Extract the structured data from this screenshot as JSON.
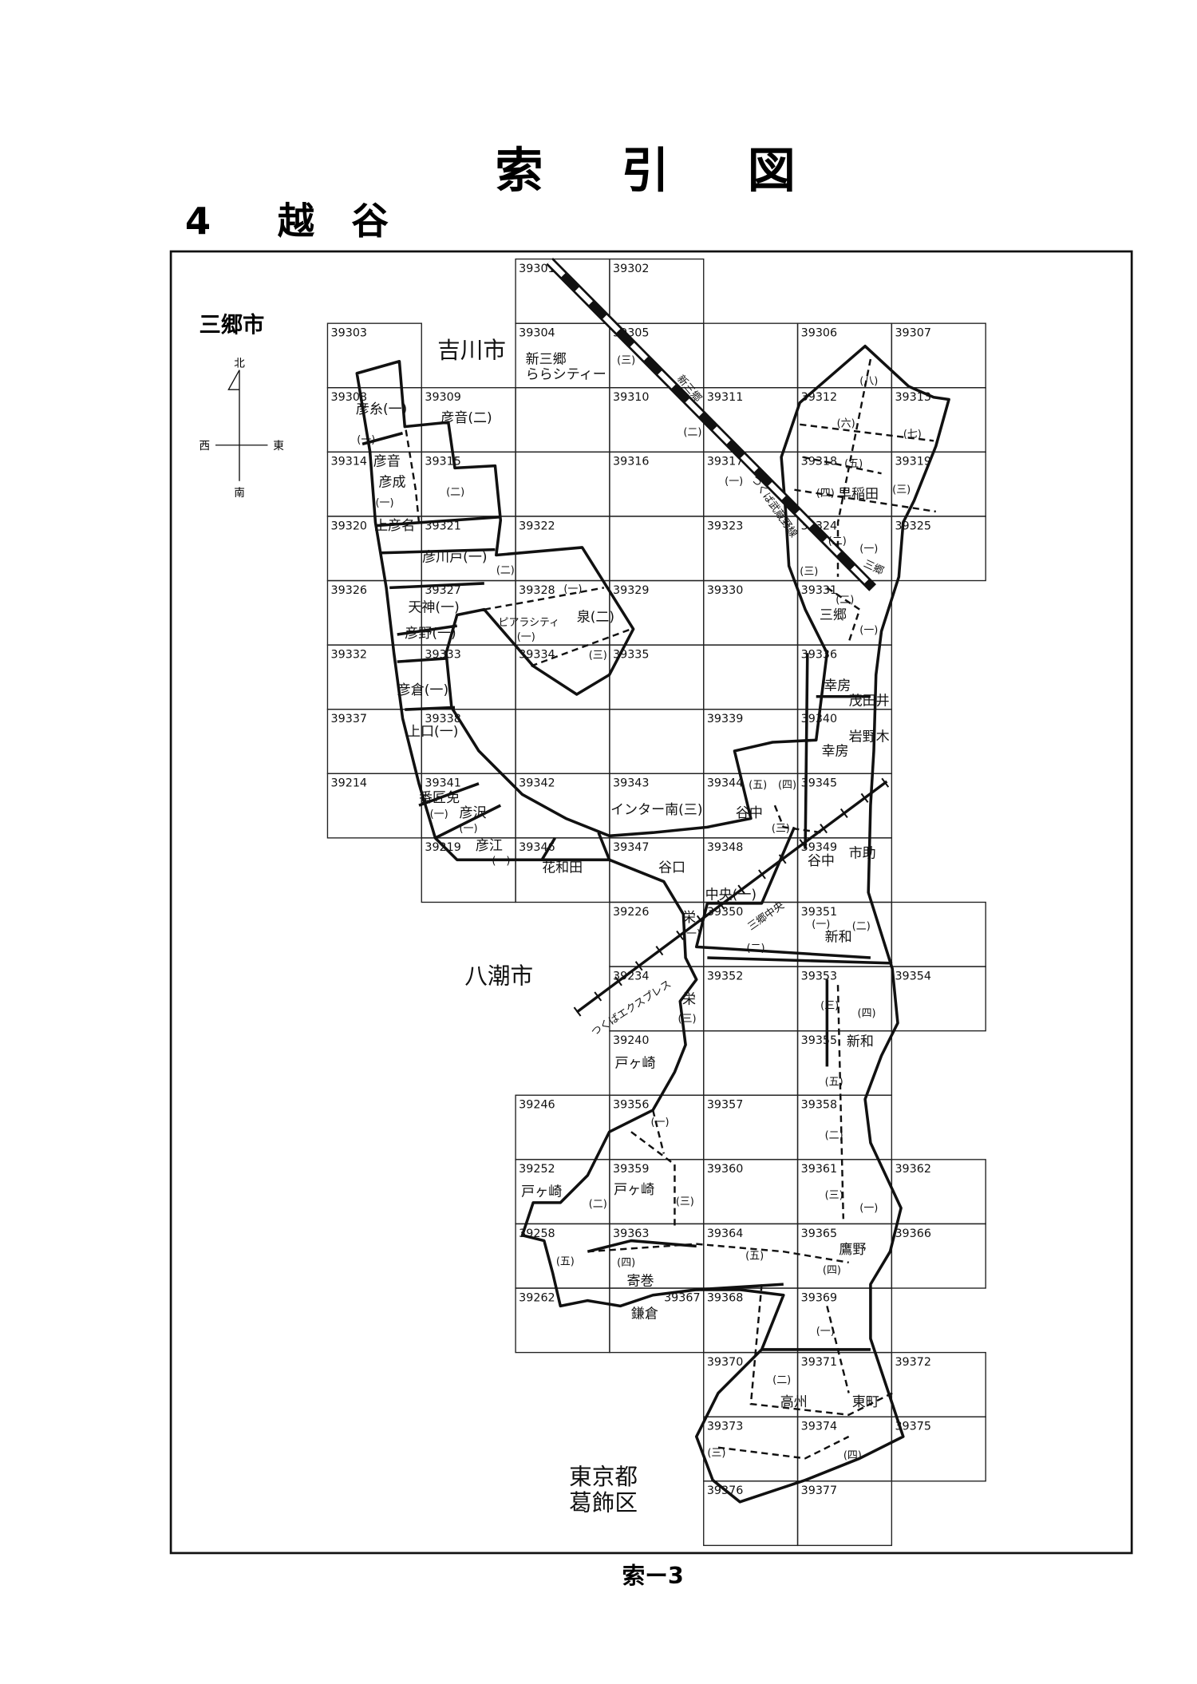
{
  "title": "索　引　図",
  "section_number": "4",
  "section_name": "越　谷",
  "footer": "索ー3",
  "neighbors": {
    "misato_city": "三郷市",
    "yoshikawa_city": "吉川市",
    "yashio_city": "八潮市",
    "tokyo": "東京都",
    "katsushika": "葛飾区"
  },
  "compass": {
    "north": "北",
    "west": "西",
    "east": "東",
    "south": "南"
  },
  "sheets": [
    "39301",
    "39302",
    "39303",
    "39304",
    "39305",
    "39306",
    "39307",
    "39308",
    "39309",
    "39310",
    "39311",
    "39312",
    "39313",
    "39314",
    "39315",
    "39316",
    "39317",
    "39318",
    "39319",
    "39320",
    "39321",
    "39322",
    "39323",
    "39324",
    "39325",
    "39326",
    "39327",
    "39328",
    "39329",
    "39330",
    "39331",
    "39332",
    "39333",
    "39334",
    "39335",
    "39336",
    "39337",
    "39338",
    "39339",
    "39340",
    "39214",
    "39341",
    "39342",
    "39343",
    "39344",
    "39345",
    "39219",
    "39346",
    "39347",
    "39348",
    "39349",
    "39226",
    "39350",
    "39351",
    "39234",
    "39352",
    "39353",
    "39354",
    "39240",
    "39355",
    "39246",
    "39356",
    "39357",
    "39358",
    "39252",
    "39359",
    "39360",
    "39361",
    "39362",
    "39258",
    "39363",
    "39364",
    "39365",
    "39366",
    "39262",
    "39367",
    "39368",
    "39369",
    "39370",
    "39371",
    "39372",
    "39373",
    "39374",
    "39375",
    "39376",
    "39377"
  ],
  "railways": [
    "新三郷",
    "つくば武蔵野線",
    "三郷",
    "三郷中央",
    "つくばエクスプレス"
  ],
  "places": [
    "新三郷",
    "ららシティー",
    "(三)",
    "彦糸(一)",
    "(一)",
    "彦音(二)",
    "彦音",
    "彦成",
    "(一)",
    "(二)",
    "上彦名",
    "彦川戸(一)",
    "(二)",
    "天神(一)",
    "彦野(一)",
    "彦倉(一)",
    "上口(一)",
    "番匠免",
    "(一)",
    "彦沢",
    "(一)",
    "彦江",
    "(一)",
    "花和田",
    "(一)",
    "ピアラシティ",
    "(一)",
    "泉(二)",
    "(三)",
    "(二)",
    "(一)",
    "(八)",
    "(六)",
    "(七)",
    "(五)",
    "(四)",
    "早稲田",
    "(三)",
    "(二)",
    "(一)",
    "(三)",
    "(二)",
    "三郷",
    "(一)",
    "幸房",
    "茂田井",
    "岩野木",
    "幸房",
    "(五)",
    "(四)",
    "谷中",
    "(三)",
    "インター南(三)",
    "谷口",
    "市助",
    "谷中",
    "中央(一)",
    "栄",
    "(一)",
    "(二)",
    "(一)",
    "新和",
    "(二)",
    "栄",
    "(三)",
    "(三)",
    "(四)",
    "新和",
    "(五)",
    "戸ヶ崎",
    "(一)",
    "(二)",
    "戸ヶ崎",
    "(二)",
    "戸ヶ崎",
    "(三)",
    "(三)",
    "(一)",
    "(五)",
    "(四)",
    "(五)",
    "鷹野",
    "(四)",
    "寄巻",
    "鎌倉",
    "(一)",
    "(二)",
    "高州",
    "東町",
    "(三)",
    "(四)"
  ]
}
